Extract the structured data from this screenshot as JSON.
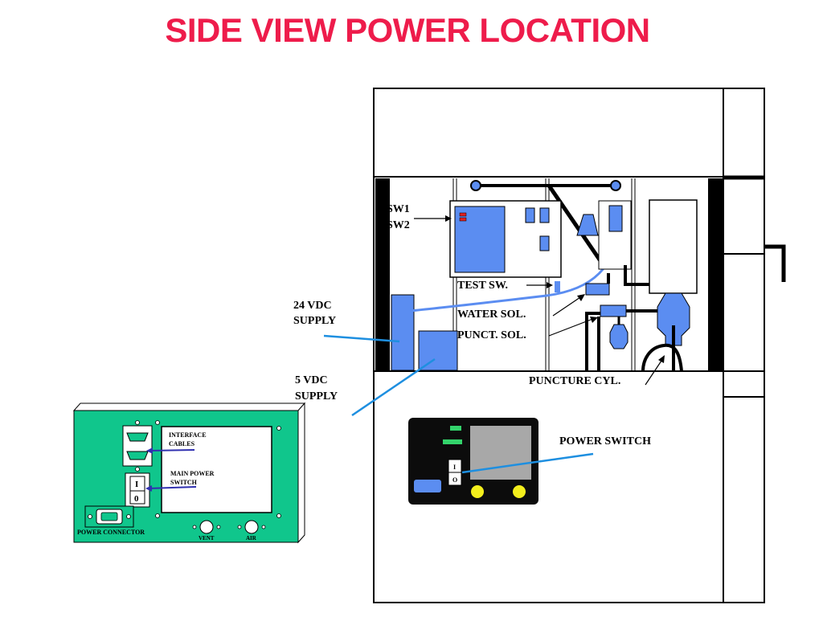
{
  "title": "SIDE VIEW POWER LOCATION",
  "colors": {
    "title": "#ee1c4b",
    "component_blue": "#5b8df1",
    "panel_green": "#10c68c",
    "pointer_blue": "#1e8fe0",
    "led_green": "#33d36b",
    "indicator_yellow": "#f3ee1c"
  },
  "labels": {
    "sw1": "SW1",
    "sw2": "SW2",
    "test_sw": "TEST SW.",
    "water_sol": "WATER SOL.",
    "punct_sol": "PUNCT. SOL.",
    "puncture_cyl": "PUNCTURE CYL.",
    "supply_24_line1": "24 VDC",
    "supply_24_line2": "SUPPLY",
    "supply_5_line1": "5 VDC",
    "supply_5_line2": "SUPPLY",
    "power_switch": "POWER SWITCH"
  },
  "rear_panel": {
    "interface_line1": "INTERFACE",
    "interface_line2": "CABLES",
    "main_power_line1": "MAIN POWER",
    "main_power_line2": "SWITCH",
    "power_connector": "POWER  CONNECTOR",
    "vent": "VENT",
    "air": "AIR",
    "switch_on": "I",
    "switch_off": "0"
  },
  "control_panel": {
    "switch_on": "I",
    "switch_off": "O"
  }
}
